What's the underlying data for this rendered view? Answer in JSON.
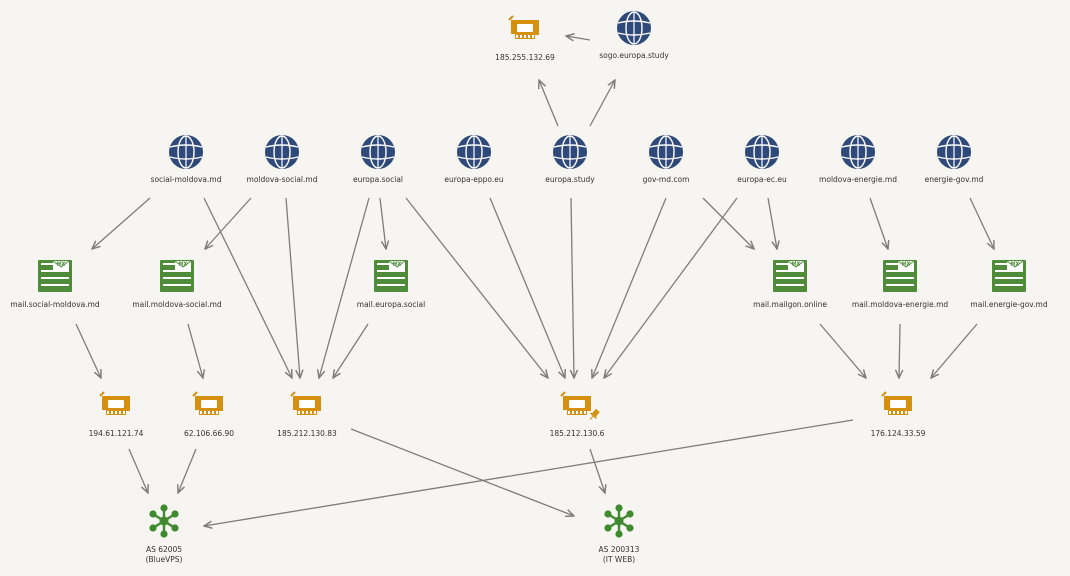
{
  "colors": {
    "domain": "#2f4a7a",
    "ip": "#d4900e",
    "mx": "#4f8c3a",
    "asn": "#3f8a2e",
    "edge": "#7d7d7d"
  },
  "nodes": [
    {
      "id": "ip1",
      "type": "ip",
      "icon": "network-card-icon",
      "label": "185.255.132.69"
    },
    {
      "id": "sogo",
      "type": "domain",
      "icon": "globe-icon",
      "label": "sogo.europa.study"
    },
    {
      "id": "d1",
      "type": "domain",
      "icon": "globe-icon",
      "label": "social-moldova.md"
    },
    {
      "id": "d2",
      "type": "domain",
      "icon": "globe-icon",
      "label": "moldova-social.md"
    },
    {
      "id": "d3",
      "type": "domain",
      "icon": "globe-icon",
      "label": "europa.social"
    },
    {
      "id": "d4",
      "type": "domain",
      "icon": "globe-icon",
      "label": "europa-eppo.eu"
    },
    {
      "id": "d5",
      "type": "domain",
      "icon": "globe-icon",
      "label": "europa.study"
    },
    {
      "id": "d6",
      "type": "domain",
      "icon": "globe-icon",
      "label": "gov-md.com"
    },
    {
      "id": "d7",
      "type": "domain",
      "icon": "globe-icon",
      "label": "europa-ec.eu"
    },
    {
      "id": "d8",
      "type": "domain",
      "icon": "globe-icon",
      "label": "moldova-energie.md"
    },
    {
      "id": "d9",
      "type": "domain",
      "icon": "globe-icon",
      "label": "energie-gov.md"
    },
    {
      "id": "m1",
      "type": "mx",
      "icon": "mx-record-icon",
      "label": "mail.social-moldova.md"
    },
    {
      "id": "m2",
      "type": "mx",
      "icon": "mx-record-icon",
      "label": "mail.moldova-social.md"
    },
    {
      "id": "m3",
      "type": "mx",
      "icon": "mx-record-icon",
      "label": "mail.europa.social"
    },
    {
      "id": "m4",
      "type": "mx",
      "icon": "mx-record-icon",
      "label": "mail.mailgon.online"
    },
    {
      "id": "m5",
      "type": "mx",
      "icon": "mx-record-icon",
      "label": "mail.moldova-energie.md"
    },
    {
      "id": "m6",
      "type": "mx",
      "icon": "mx-record-icon",
      "label": "mail.energie-gov.md"
    },
    {
      "id": "ip2",
      "type": "ip",
      "icon": "network-card-icon",
      "label": "194.61.121.74"
    },
    {
      "id": "ip3",
      "type": "ip",
      "icon": "network-card-icon",
      "label": "62.106.66.90"
    },
    {
      "id": "ip4",
      "type": "ip",
      "icon": "network-card-icon",
      "label": "185.212.130.83"
    },
    {
      "id": "ip5",
      "type": "ip",
      "icon": "network-card-icon",
      "label": "185.212.130.6",
      "pinned": true
    },
    {
      "id": "ip6",
      "type": "ip",
      "icon": "network-card-icon",
      "label": "176.124.33.59"
    },
    {
      "id": "as1",
      "type": "asn",
      "icon": "asn-hub-icon",
      "label": "AS 62005",
      "sublabel": "(BlueVPS)"
    },
    {
      "id": "as2",
      "type": "asn",
      "icon": "asn-hub-icon",
      "label": "AS 200313",
      "sublabel": "(IT WEB)"
    }
  ],
  "edges": [
    [
      "sogo",
      "ip1"
    ],
    [
      "d5",
      "ip1"
    ],
    [
      "d5",
      "sogo"
    ],
    [
      "d1",
      "m1"
    ],
    [
      "d1",
      "ip4"
    ],
    [
      "d2",
      "m2"
    ],
    [
      "d2",
      "ip4"
    ],
    [
      "d3",
      "ip4"
    ],
    [
      "d3",
      "m3"
    ],
    [
      "d3",
      "ip5"
    ],
    [
      "d4",
      "ip5"
    ],
    [
      "d5",
      "ip5"
    ],
    [
      "d6",
      "ip5"
    ],
    [
      "d7",
      "ip5"
    ],
    [
      "d6",
      "m4"
    ],
    [
      "d7",
      "m4"
    ],
    [
      "d8",
      "m5"
    ],
    [
      "d9",
      "m6"
    ],
    [
      "m1",
      "ip2"
    ],
    [
      "m2",
      "ip3"
    ],
    [
      "m3",
      "ip4"
    ],
    [
      "m4",
      "ip6"
    ],
    [
      "m5",
      "ip6"
    ],
    [
      "m6",
      "ip6"
    ],
    [
      "ip2",
      "as1"
    ],
    [
      "ip3",
      "as1"
    ],
    [
      "ip6",
      "as1"
    ],
    [
      "ip4",
      "as2"
    ],
    [
      "ip5",
      "as2"
    ]
  ]
}
